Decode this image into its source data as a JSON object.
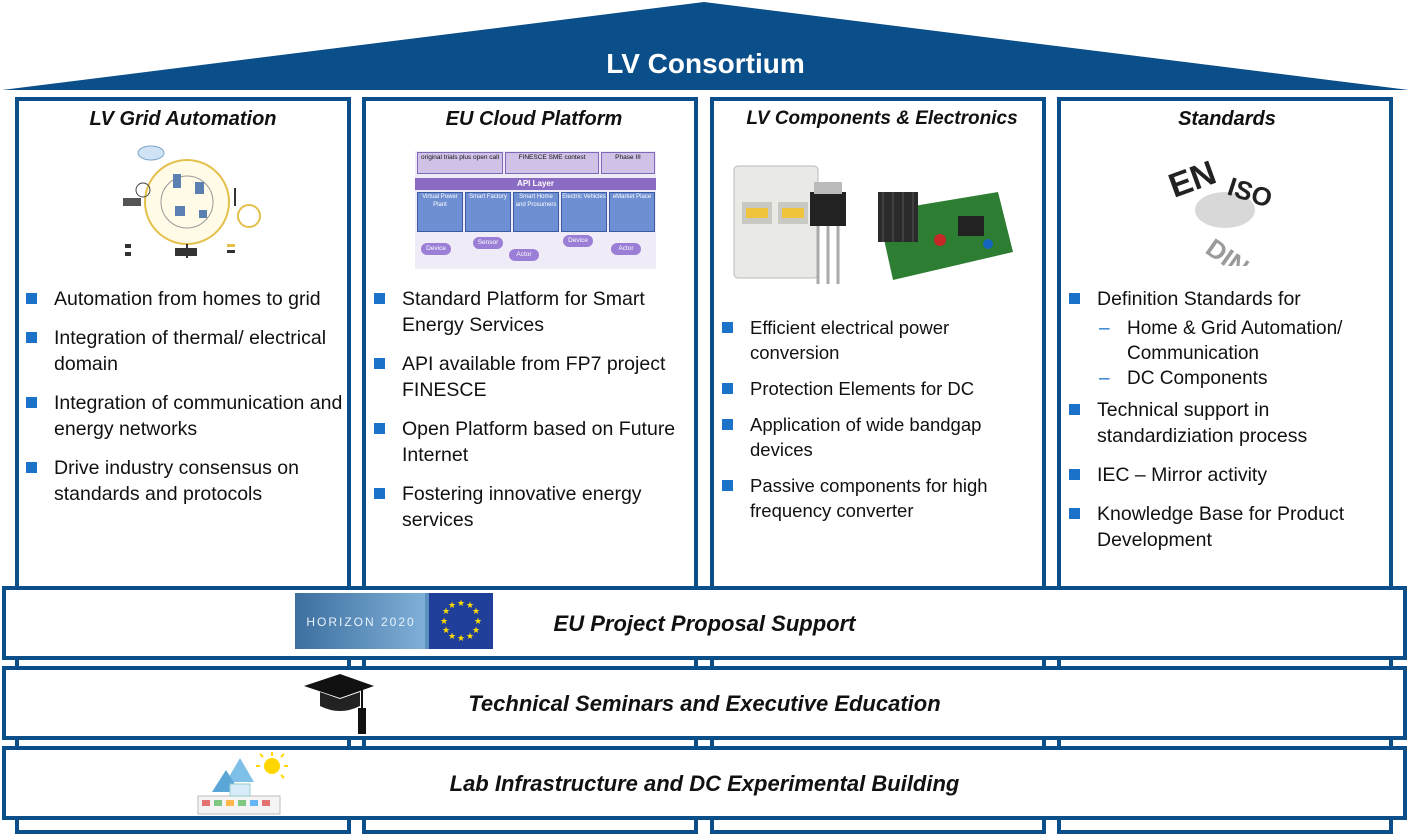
{
  "roof": {
    "title": "LV Consortium",
    "color": "#0b4f8a"
  },
  "pillars": [
    {
      "title": "LV Grid Automation",
      "bullets": [
        "Automation from homes to grid",
        "Integration of thermal/ electrical domain",
        "Integration of communication and energy networks",
        "Drive industry consensus on standards and protocols"
      ]
    },
    {
      "title": "EU Cloud Platform",
      "bullets": [
        "Standard Platform for Smart Energy Services",
        "API available from FP7 project FINESCE",
        "Open Platform based on Future Internet",
        "Fostering innovative energy services"
      ],
      "diagram": {
        "top": [
          "original trials plus open call",
          "FINESCE SME contest",
          "Phase III"
        ],
        "api": "API Layer",
        "cols": [
          "Virtual Power Plant",
          "Smart Factory",
          "Smart Home and Prosumers",
          "Electric Vehicles",
          "eMarket Place"
        ],
        "bubbles": [
          "Device",
          "Sensor",
          "Actor",
          "Device",
          "Actor"
        ]
      }
    },
    {
      "title": "LV Components & Electronics",
      "bullets": [
        "Efficient electrical power conversion",
        "Protection Elements for DC",
        "Application of wide bandgap devices",
        "Passive components for high frequency converter"
      ]
    },
    {
      "title": "Standards",
      "bullets": [
        "Definition Standards for",
        "Technical support in standardiziation process",
        "IEC – Mirror activity",
        "Knowledge Base for Product Development"
      ],
      "sub_bullets": [
        "Home & Grid Automation/ Communication",
        "DC Components"
      ],
      "logo_words": [
        "EN",
        "ISO",
        "DIN"
      ]
    }
  ],
  "bands": [
    {
      "title": "EU Project Proposal Support",
      "logo_text": "HORIZON 2020"
    },
    {
      "title": "Technical Seminars and Executive Education"
    },
    {
      "title": "Lab Infrastructure and DC Experimental Building"
    }
  ],
  "colors": {
    "frame": "#0b4f8a",
    "bullet": "#1a73c8",
    "eu_blue": "#1f3f9a",
    "eu_star": "#ffdd00"
  }
}
